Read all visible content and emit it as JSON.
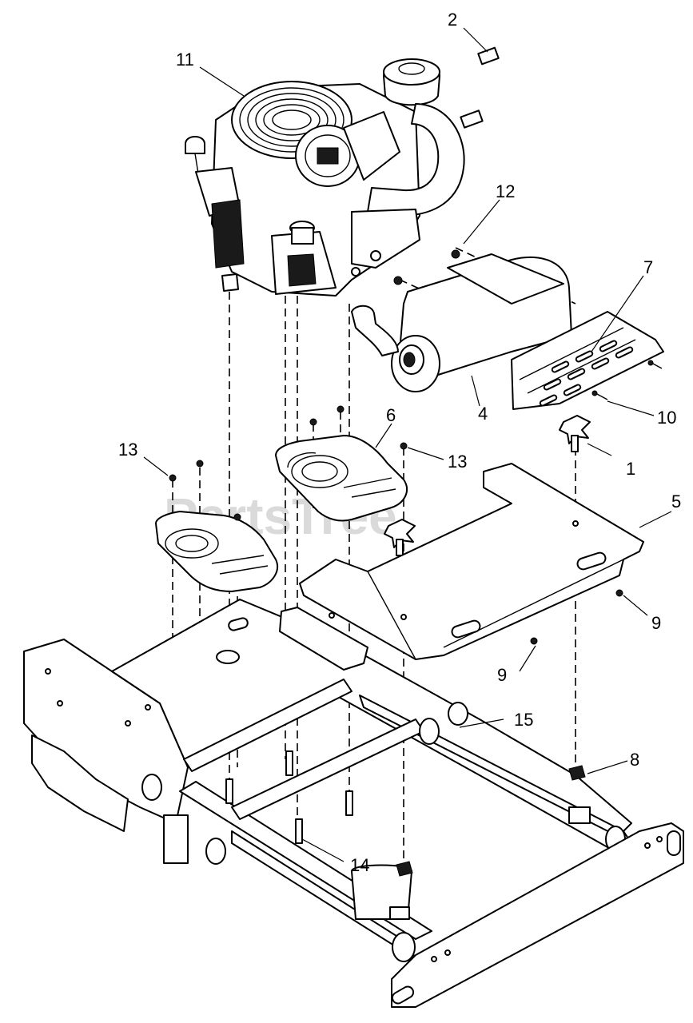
{
  "watermark": {
    "text": "PartsTree",
    "trademark": "™"
  },
  "callouts": {
    "c1": "1",
    "c2": "2",
    "c4": "4",
    "c5": "5",
    "c6": "6",
    "c7": "7",
    "c8": "8",
    "c9a": "9",
    "c9b": "9",
    "c10": "10",
    "c11": "11",
    "c12": "12",
    "c13a": "13",
    "c13b": "13",
    "c14": "14",
    "c15": "15"
  }
}
